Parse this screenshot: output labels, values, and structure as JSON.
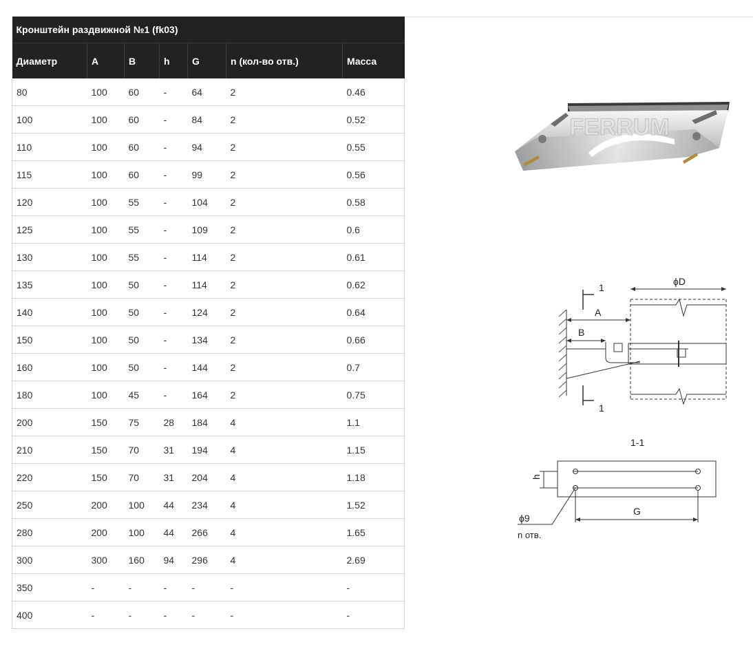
{
  "table": {
    "title": "Кронштейн раздвижной №1 (fk03)",
    "columns": [
      "Диаметр",
      "A",
      "B",
      "h",
      "G",
      "n (кол-во отв.)",
      "Масса"
    ],
    "rows": [
      [
        "80",
        "100",
        "60",
        "-",
        "64",
        "2",
        "0.46"
      ],
      [
        "100",
        "100",
        "60",
        "-",
        "84",
        "2",
        "0.52"
      ],
      [
        "110",
        "100",
        "60",
        "-",
        "94",
        "2",
        "0.55"
      ],
      [
        "115",
        "100",
        "60",
        "-",
        "99",
        "2",
        "0.56"
      ],
      [
        "120",
        "100",
        "55",
        "-",
        "104",
        "2",
        "0.58"
      ],
      [
        "125",
        "100",
        "55",
        "-",
        "109",
        "2",
        "0.6"
      ],
      [
        "130",
        "100",
        "55",
        "-",
        "114",
        "2",
        "0.61"
      ],
      [
        "135",
        "100",
        "50",
        "-",
        "114",
        "2",
        "0.62"
      ],
      [
        "140",
        "100",
        "50",
        "-",
        "124",
        "2",
        "0.64"
      ],
      [
        "150",
        "100",
        "50",
        "-",
        "134",
        "2",
        "0.66"
      ],
      [
        "160",
        "100",
        "50",
        "-",
        "144",
        "2",
        "0.7"
      ],
      [
        "180",
        "100",
        "45",
        "-",
        "164",
        "2",
        "0.75"
      ],
      [
        "200",
        "150",
        "75",
        "28",
        "184",
        "4",
        "1.1"
      ],
      [
        "210",
        "150",
        "70",
        "31",
        "194",
        "4",
        "1.15"
      ],
      [
        "220",
        "150",
        "70",
        "31",
        "204",
        "4",
        "1.18"
      ],
      [
        "250",
        "200",
        "100",
        "44",
        "234",
        "4",
        "1.52"
      ],
      [
        "280",
        "200",
        "100",
        "44",
        "266",
        "4",
        "1.65"
      ],
      [
        "300",
        "300",
        "160",
        "94",
        "296",
        "4",
        "2.69"
      ],
      [
        "350",
        "-",
        "-",
        "-",
        "-",
        "-",
        "-"
      ],
      [
        "400",
        "-",
        "-",
        "-",
        "-",
        "-",
        "-"
      ]
    ]
  },
  "photo": {
    "brand_text": "FERRUM"
  },
  "drawing": {
    "section_mark": "1",
    "section_mark_bottom": "1",
    "diameter_label": "ϕD",
    "a_label": "A",
    "b_label": "B",
    "section_title": "1-1",
    "h_label": "h",
    "g_label": "G",
    "hole_label": "ϕ9",
    "holes_label": "n отв."
  }
}
